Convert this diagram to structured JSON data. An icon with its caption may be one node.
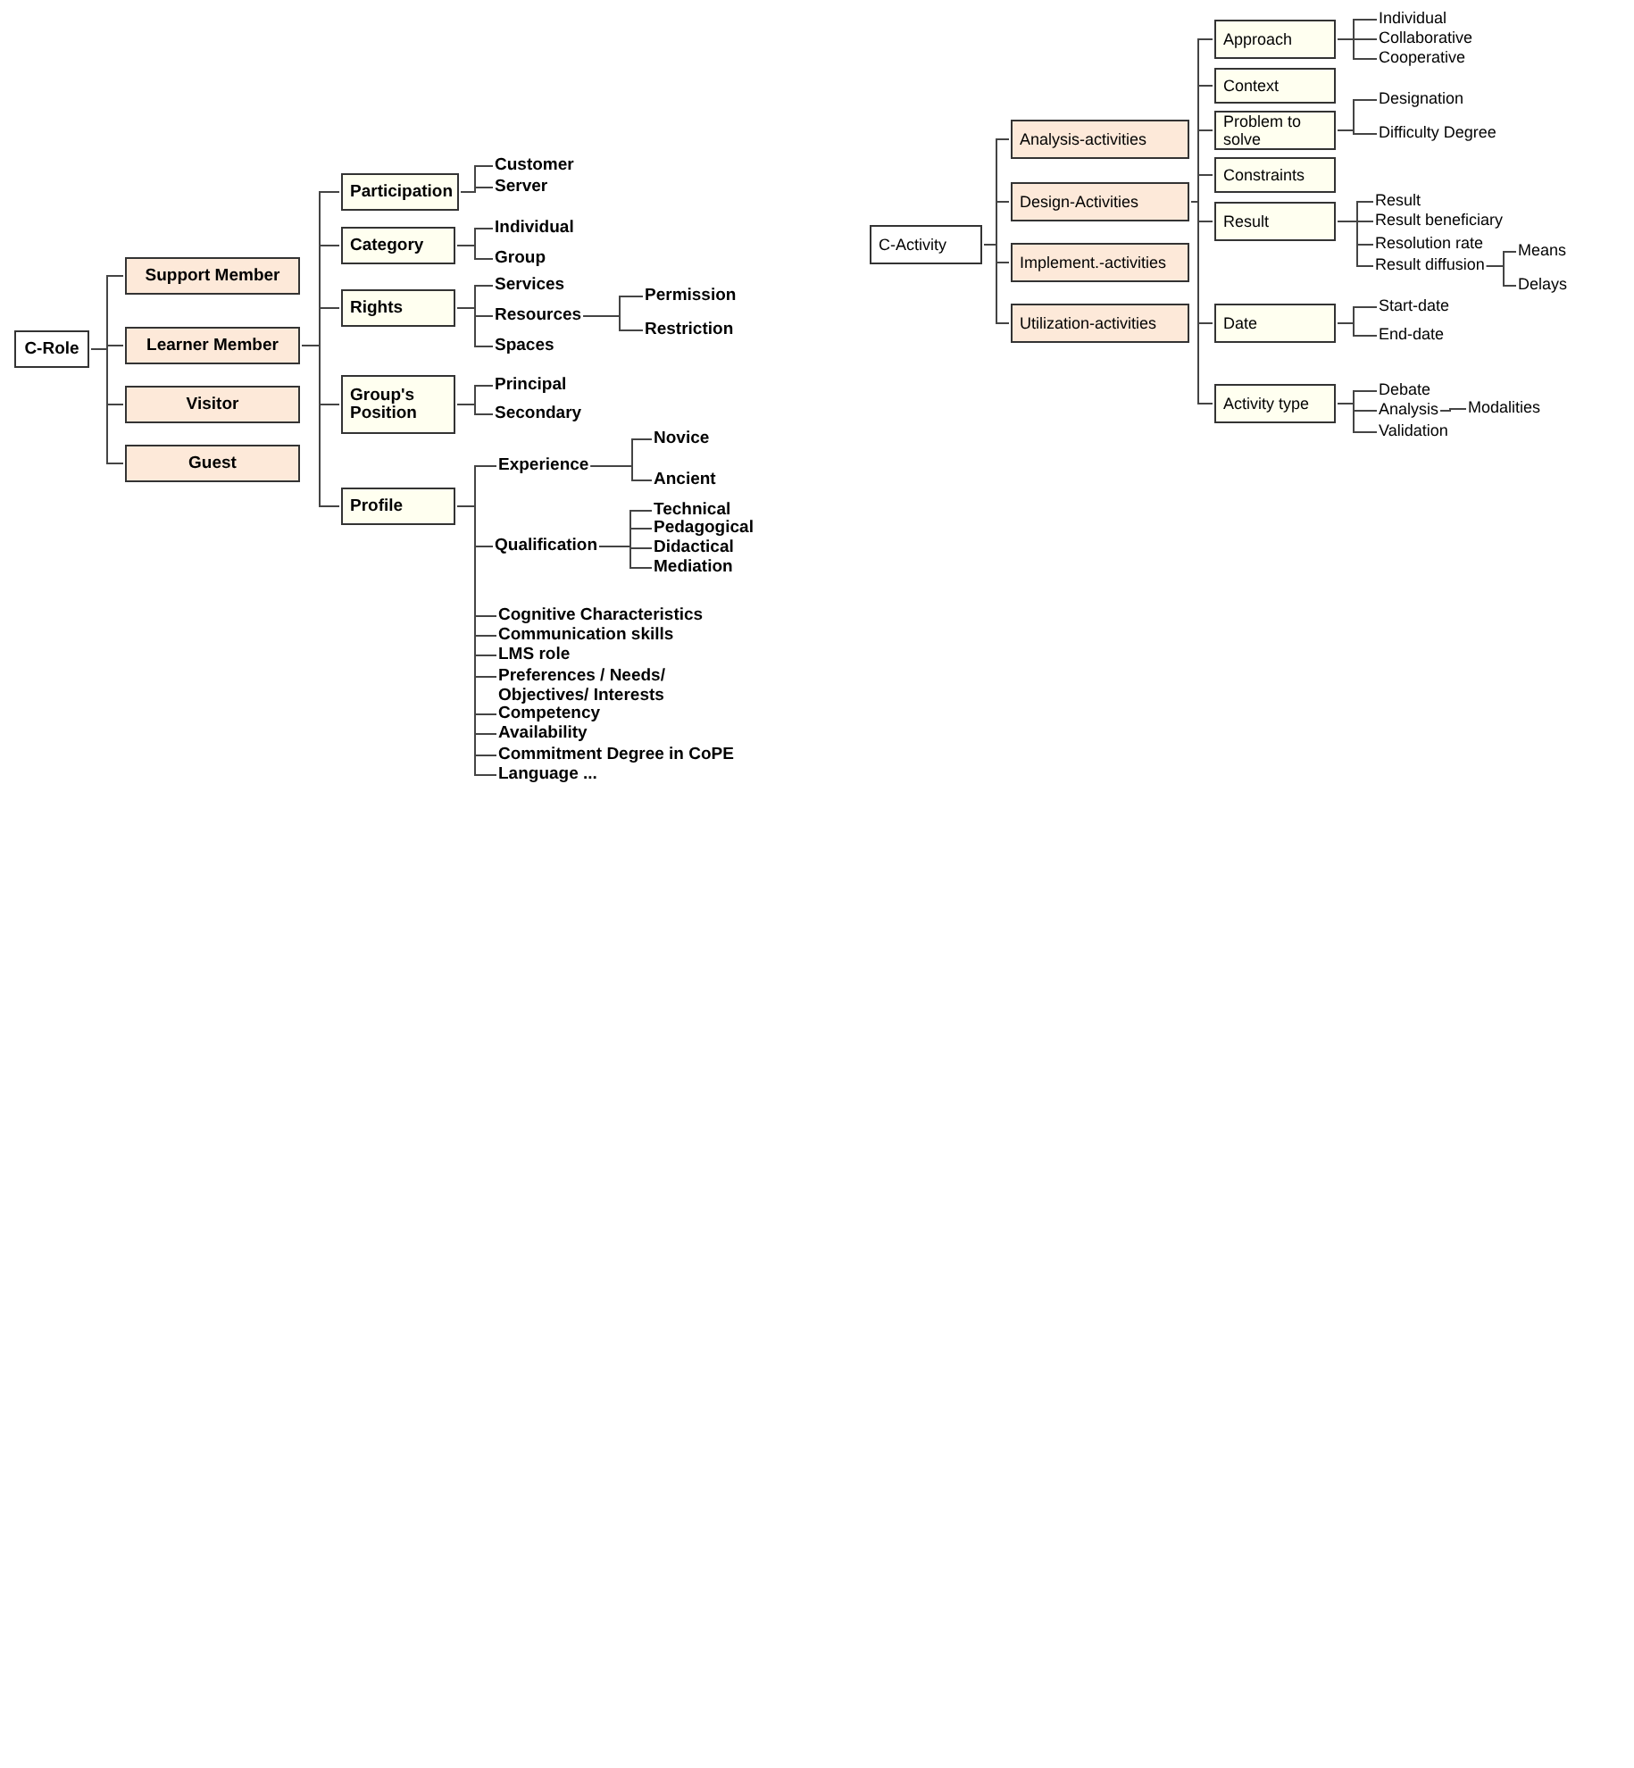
{
  "diagram": {
    "nodes": [
      {
        "text": [
          "C-Role"
        ]
      },
      {
        "text": [
          "Support Member"
        ]
      },
      {
        "text": [
          "Learner Member"
        ]
      },
      {
        "text": [
          "Visitor"
        ]
      },
      {
        "text": [
          "Guest"
        ]
      },
      {
        "text": [
          "Participation"
        ]
      },
      {
        "text": [
          "Category"
        ]
      },
      {
        "text": [
          "Rights"
        ]
      },
      {
        "text": [
          "Group's Position"
        ]
      },
      {
        "text": [
          "Profile"
        ]
      },
      {
        "text": [
          "Customer"
        ]
      },
      {
        "text": [
          "Server"
        ]
      },
      {
        "text": [
          "Individual"
        ]
      },
      {
        "text": [
          "Group"
        ]
      },
      {
        "text": [
          "Services"
        ]
      },
      {
        "text": [
          "Resources"
        ]
      },
      {
        "text": [
          "Spaces"
        ]
      },
      {
        "text": [
          "Permission"
        ]
      },
      {
        "text": [
          "Restriction"
        ]
      },
      {
        "text": [
          "Principal"
        ]
      },
      {
        "text": [
          "Secondary"
        ]
      },
      {
        "text": [
          "Experience"
        ]
      },
      {
        "text": [
          "Novice"
        ]
      },
      {
        "text": [
          "Ancient"
        ]
      },
      {
        "text": [
          "Qualification"
        ]
      },
      {
        "text": [
          "Technical"
        ]
      },
      {
        "text": [
          "Pedagogical"
        ]
      },
      {
        "text": [
          "Didactical"
        ]
      },
      {
        "text": [
          "Mediation"
        ]
      },
      {
        "text": [
          "Cognitive Characteristics"
        ]
      },
      {
        "text": [
          "Communication skills"
        ]
      },
      {
        "text": [
          "LMS role"
        ]
      },
      {
        "text": [
          "Preferences / Needs/ Objectives/ Interests"
        ]
      },
      {
        "text": [
          "Competency"
        ]
      },
      {
        "text": [
          "Availability"
        ]
      },
      {
        "text": [
          "Commitment Degree in CoPE"
        ]
      },
      {
        "text": [
          "Language ..."
        ]
      },
      {
        "text": [
          "C-Activity"
        ]
      },
      {
        "text": [
          "Analysis-activities"
        ]
      },
      {
        "text": [
          "Design-Activities"
        ]
      },
      {
        "text": [
          "Implement.-activities"
        ]
      },
      {
        "text": [
          "Utilization-activities"
        ]
      },
      {
        "text": [
          "Approach"
        ]
      },
      {
        "text": [
          "Context"
        ]
      },
      {
        "text": [
          "Problem to solve"
        ]
      },
      {
        "text": [
          "Constraints"
        ]
      },
      {
        "text": [
          "Result"
        ]
      },
      {
        "text": [
          "Date"
        ]
      },
      {
        "text": [
          "Activity type"
        ]
      },
      {
        "text": [
          "Individual"
        ]
      },
      {
        "text": [
          "Collaborative"
        ]
      },
      {
        "text": [
          "Cooperative"
        ]
      },
      {
        "text": [
          "Designation"
        ]
      },
      {
        "text": [
          "Difficulty Degree"
        ]
      },
      {
        "text": [
          "Result"
        ]
      },
      {
        "text": [
          "Result beneficiary"
        ]
      },
      {
        "text": [
          "Resolution rate"
        ]
      },
      {
        "text": [
          "Result diffusion"
        ]
      },
      {
        "text": [
          "Means"
        ]
      },
      {
        "text": [
          "Delays"
        ]
      },
      {
        "text": [
          "Start-date"
        ]
      },
      {
        "text": [
          "End-date"
        ]
      },
      {
        "text": [
          "Debate"
        ]
      },
      {
        "text": [
          "Analysis"
        ]
      },
      {
        "text": [
          "Validation"
        ]
      },
      {
        "text": [
          "Modalities"
        ]
      }
    ],
    "edges": [
      {
        "from": 0,
        "to": 1,
        "arrow": "none"
      },
      {
        "from": 0,
        "to": 2,
        "arrow": "none"
      },
      {
        "from": 0,
        "to": 3,
        "arrow": "none"
      },
      {
        "from": 0,
        "to": 4,
        "arrow": "none"
      },
      {
        "from": 2,
        "to": 5,
        "arrow": "none"
      },
      {
        "from": 2,
        "to": 6,
        "arrow": "none"
      },
      {
        "from": 2,
        "to": 7,
        "arrow": "none"
      },
      {
        "from": 2,
        "to": 8,
        "arrow": "none"
      },
      {
        "from": 2,
        "to": 9,
        "arrow": "none"
      },
      {
        "from": 5,
        "to": 10,
        "arrow": "none"
      },
      {
        "from": 5,
        "to": 11,
        "arrow": "none"
      },
      {
        "from": 6,
        "to": 12,
        "arrow": "none"
      },
      {
        "from": 6,
        "to": 13,
        "arrow": "none"
      },
      {
        "from": 7,
        "to": 14,
        "arrow": "none"
      },
      {
        "from": 7,
        "to": 15,
        "arrow": "none"
      },
      {
        "from": 7,
        "to": 16,
        "arrow": "none"
      },
      {
        "from": 15,
        "to": 17,
        "arrow": "none"
      },
      {
        "from": 15,
        "to": 18,
        "arrow": "none"
      },
      {
        "from": 8,
        "to": 19,
        "arrow": "none"
      },
      {
        "from": 8,
        "to": 20,
        "arrow": "none"
      },
      {
        "from": 9,
        "to": 21,
        "arrow": "none"
      },
      {
        "from": 9,
        "to": 24,
        "arrow": "none"
      },
      {
        "from": 9,
        "to": 29,
        "arrow": "none"
      },
      {
        "from": 9,
        "to": 30,
        "arrow": "none"
      },
      {
        "from": 9,
        "to": 31,
        "arrow": "none"
      },
      {
        "from": 9,
        "to": 32,
        "arrow": "none"
      },
      {
        "from": 9,
        "to": 33,
        "arrow": "none"
      },
      {
        "from": 9,
        "to": 34,
        "arrow": "none"
      },
      {
        "from": 9,
        "to": 35,
        "arrow": "none"
      },
      {
        "from": 9,
        "to": 36,
        "arrow": "none"
      },
      {
        "from": 21,
        "to": 22,
        "arrow": "none"
      },
      {
        "from": 21,
        "to": 23,
        "arrow": "none"
      },
      {
        "from": 24,
        "to": 25,
        "arrow": "none"
      },
      {
        "from": 24,
        "to": 26,
        "arrow": "none"
      },
      {
        "from": 24,
        "to": 27,
        "arrow": "none"
      },
      {
        "from": 24,
        "to": 28,
        "arrow": "none"
      },
      {
        "from": 37,
        "to": 38,
        "arrow": "none"
      },
      {
        "from": 37,
        "to": 39,
        "arrow": "none"
      },
      {
        "from": 37,
        "to": 40,
        "arrow": "none"
      },
      {
        "from": 37,
        "to": 41,
        "arrow": "none"
      },
      {
        "from": 39,
        "to": 42,
        "arrow": "none"
      },
      {
        "from": 39,
        "to": 43,
        "arrow": "none"
      },
      {
        "from": 39,
        "to": 44,
        "arrow": "none"
      },
      {
        "from": 39,
        "to": 45,
        "arrow": "none"
      },
      {
        "from": 39,
        "to": 46,
        "arrow": "none"
      },
      {
        "from": 39,
        "to": 47,
        "arrow": "none"
      },
      {
        "from": 39,
        "to": 48,
        "arrow": "none"
      },
      {
        "from": 42,
        "to": 49,
        "arrow": "none"
      },
      {
        "from": 42,
        "to": 50,
        "arrow": "none"
      },
      {
        "from": 42,
        "to": 51,
        "arrow": "none"
      },
      {
        "from": 44,
        "to": 52,
        "arrow": "none"
      },
      {
        "from": 44,
        "to": 53,
        "arrow": "none"
      },
      {
        "from": 46,
        "to": 54,
        "arrow": "none"
      },
      {
        "from": 46,
        "to": 55,
        "arrow": "none"
      },
      {
        "from": 46,
        "to": 56,
        "arrow": "none"
      },
      {
        "from": 46,
        "to": 57,
        "arrow": "none"
      },
      {
        "from": 57,
        "to": 58,
        "arrow": "none"
      },
      {
        "from": 57,
        "to": 59,
        "arrow": "none"
      },
      {
        "from": 47,
        "to": 60,
        "arrow": "none"
      },
      {
        "from": 47,
        "to": 61,
        "arrow": "none"
      },
      {
        "from": 48,
        "to": 62,
        "arrow": "none"
      },
      {
        "from": 48,
        "to": 63,
        "arrow": "none"
      },
      {
        "from": 48,
        "to": 64,
        "arrow": "none"
      },
      {
        "from": 63,
        "to": 65,
        "arrow": "none"
      }
    ]
  }
}
